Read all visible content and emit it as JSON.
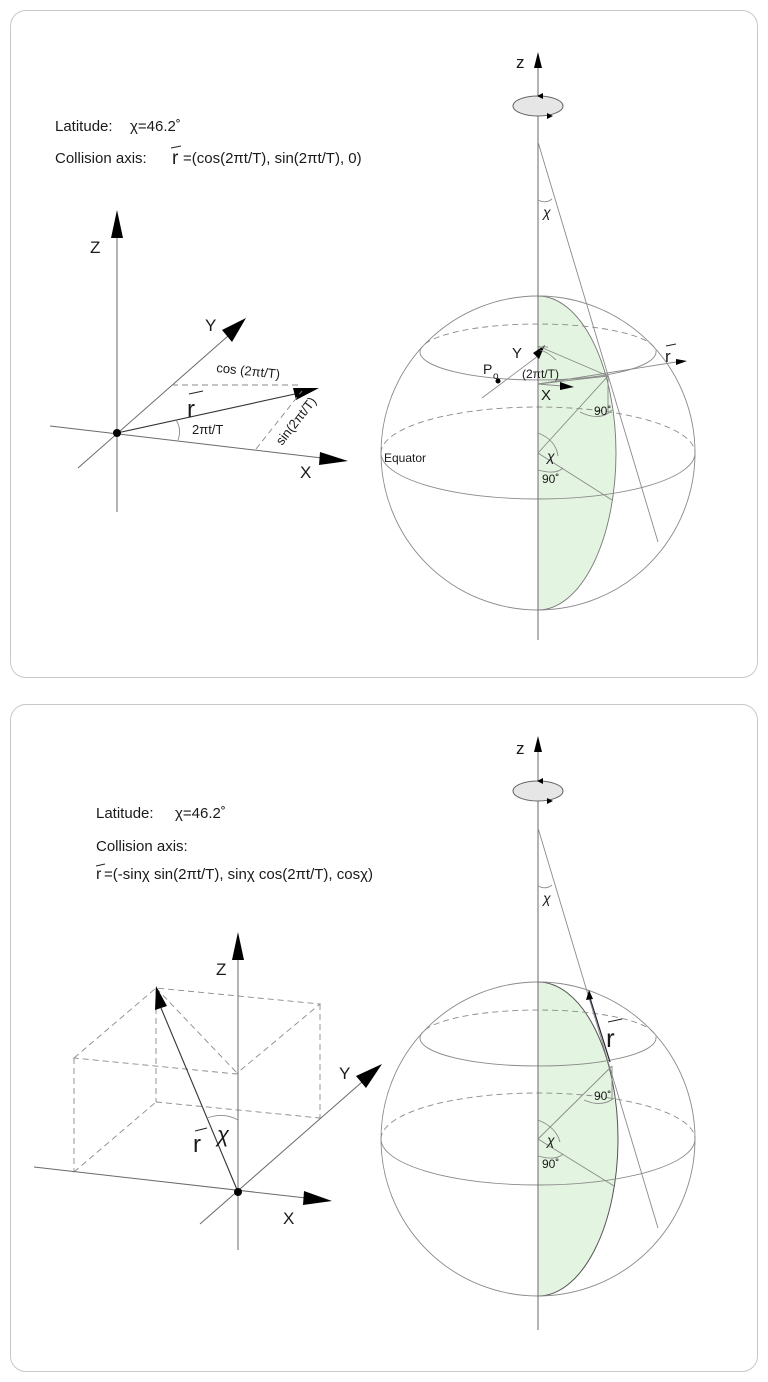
{
  "top": {
    "latitude_label": "Latitude:",
    "latitude_value": "χ=46.2˚",
    "collision_label": "Collision axis:",
    "r_symbol": "r",
    "collision_formula": "=(cos(2πt/T), sin(2πt/T), 0)",
    "axis_Z": "Z",
    "axis_Y": "Y",
    "axis_X": "X",
    "cos_label": "cos (2πt/T)",
    "sin_label": "sin(2πt/T)",
    "angle_label": "2πt/T",
    "globe_z": "z",
    "globe_Y": "Y",
    "globe_X": "X",
    "globe_r": "r",
    "globe_Po": "P",
    "globe_Po_sub": "o",
    "globe_angle": "(2πt/T)",
    "globe_chi_top": "χ",
    "globe_chi": "χ",
    "globe_90a": "90˚",
    "globe_90b": "90˚",
    "equator": "Equator"
  },
  "bottom": {
    "latitude_label": "Latitude:",
    "latitude_value": "χ=46.2˚",
    "collision_label": "Collision axis:",
    "r_symbol": "r",
    "collision_formula": "=(-sinχ sin(2πt/T),  sinχ cos(2πt/T), cosχ)",
    "axis_Z": "Z",
    "axis_Y": "Y",
    "axis_X": "X",
    "vec_r": "r",
    "vec_chi": "χ",
    "globe_z": "z",
    "globe_r": "r",
    "globe_chi_top": "χ",
    "globe_chi": "χ",
    "globe_90a": "90˚",
    "globe_90b": "90˚"
  },
  "colors": {
    "green_fill": "#e3f5e0",
    "line": "#8a8a8a",
    "border": "#c8c8c8"
  }
}
